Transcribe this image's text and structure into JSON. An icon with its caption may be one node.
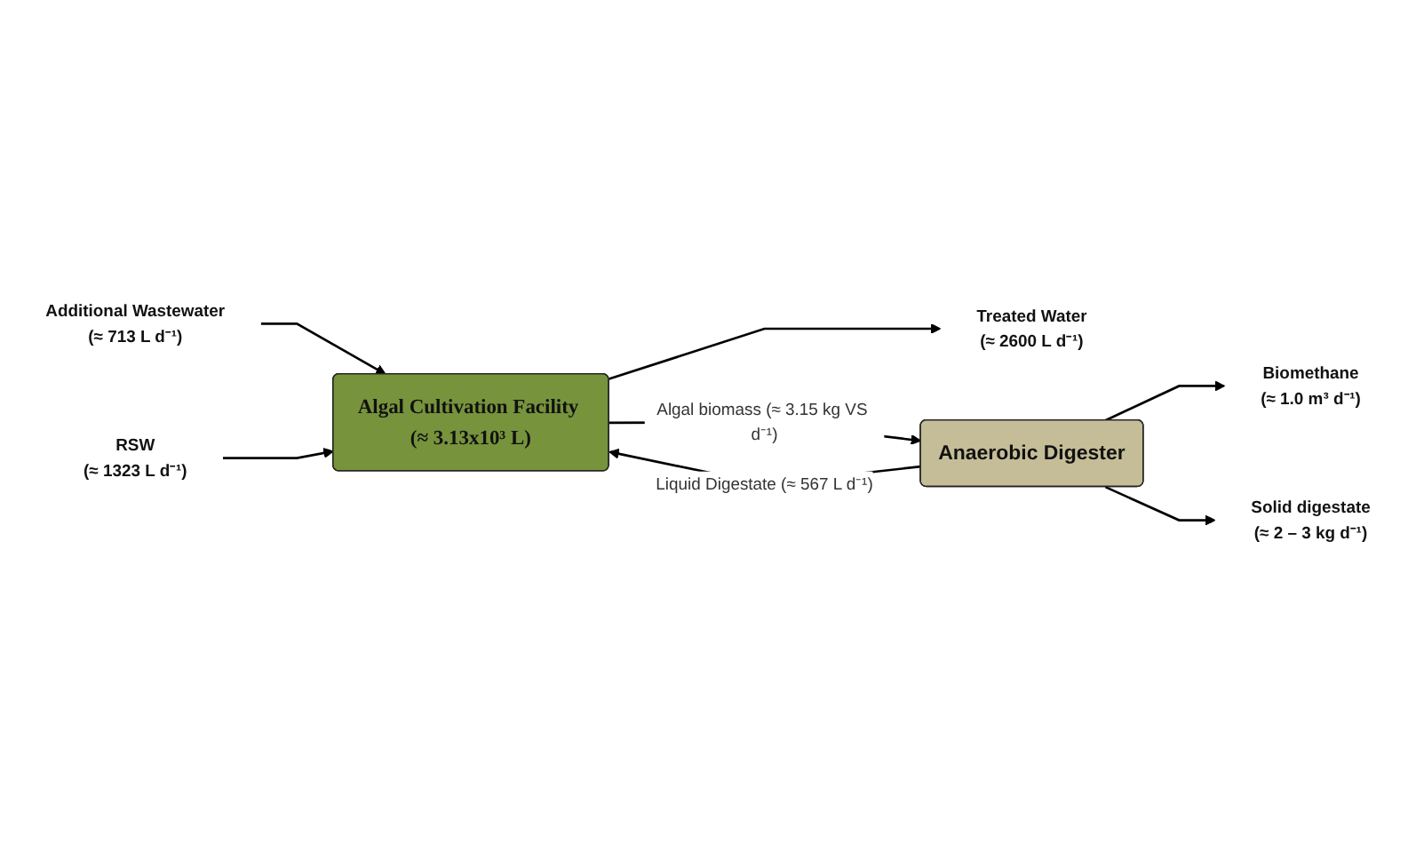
{
  "diagram": {
    "nodes": [
      {
        "text": [
          "Additional Wastewater",
          "(≈ 713  L d⁻¹)"
        ]
      },
      {
        "text": [
          "Algal Cultivation Facility (≈ 3.13x10³ L)"
        ]
      },
      {
        "text": [
          "Treated Water",
          "(≈ 2600 L d⁻¹)"
        ]
      },
      {
        "text": [
          "Anaerobic Digester"
        ]
      },
      {
        "text": [
          "Biomethane",
          "(≈ 1.0 m³ d⁻¹)"
        ]
      },
      {
        "text": [
          "RSW",
          "(≈ 1323 L d⁻¹)"
        ]
      },
      {
        "text": [
          "Solid digestate",
          "(≈ 2 – 3 kg d⁻¹)"
        ]
      }
    ],
    "edges": [
      {
        "from": 0,
        "to": 1,
        "arrow": "to"
      },
      {
        "from": 1,
        "to": 2,
        "arrow": "to"
      },
      {
        "from": 1,
        "to": 3,
        "arrow": "to",
        "label": "Algal biomass (≈ 3.15 kg VS d⁻¹)"
      },
      {
        "from": 3,
        "to": 4,
        "arrow": "to"
      },
      {
        "from": 5,
        "to": 1,
        "arrow": "to"
      },
      {
        "from": 3,
        "to": 1,
        "arrow": "to",
        "label": "Liquid Digestate (≈ 567 L d⁻¹)"
      },
      {
        "from": 3,
        "to": 6,
        "arrow": "to"
      }
    ]
  }
}
